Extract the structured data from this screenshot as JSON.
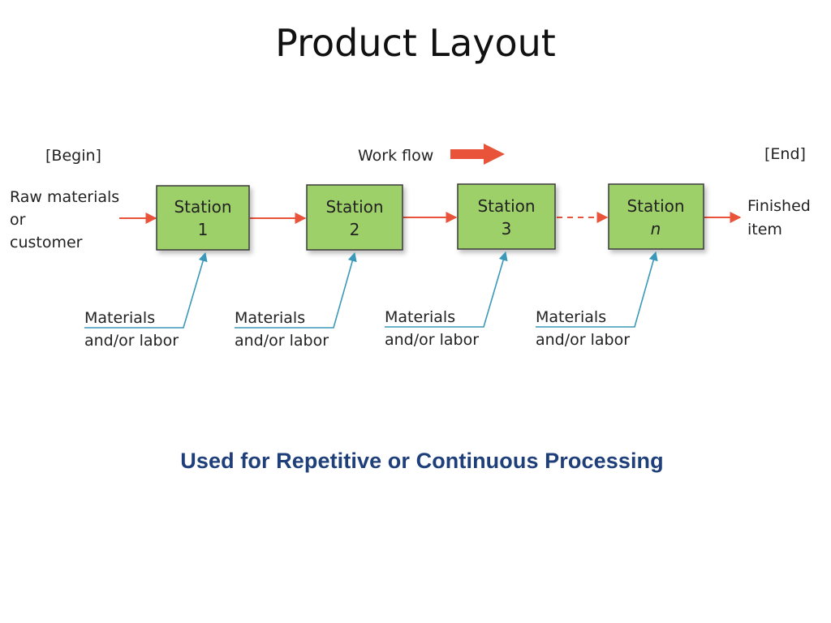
{
  "title": "Product Layout",
  "begin_label": "[Begin]",
  "end_label": "[End]",
  "work_flow_label": "Work flow",
  "input_label": [
    "Raw materials",
    "or",
    "customer"
  ],
  "output_label": [
    "Finished",
    "item"
  ],
  "stations": [
    {
      "line1": "Station",
      "line2": "1"
    },
    {
      "line1": "Station",
      "line2": "2"
    },
    {
      "line1": "Station",
      "line2": "3"
    },
    {
      "line1": "Station",
      "line2": "n"
    }
  ],
  "feed_labels": [
    {
      "line1": "Materials",
      "line2": "and/or labor"
    },
    {
      "line1": "Materials",
      "line2": "and/or labor"
    },
    {
      "line1": "Materials",
      "line2": "and/or labor"
    },
    {
      "line1": "Materials",
      "line2": "and/or labor"
    }
  ],
  "subtitle": "Used for Repetitive or Continuous Processing",
  "colors": {
    "station_fill": "#9ed06a",
    "station_stroke": "#3a3a3a",
    "flow_arrow": "#e8533a",
    "feed_arrow": "#3a98b8",
    "subtitle": "#1f3f7a"
  }
}
